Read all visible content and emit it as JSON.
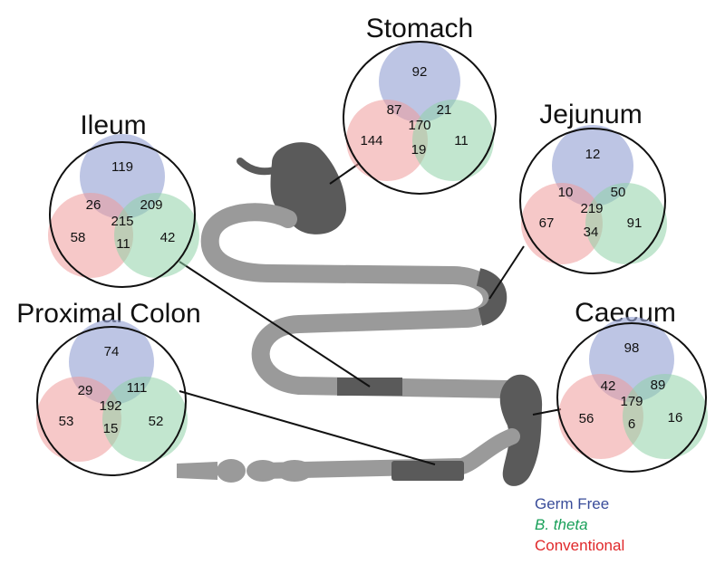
{
  "colors": {
    "germ_free": "#9aa6d6",
    "b_theta": "#8fd1a8",
    "conventional": "#ee9a9a",
    "gut_dark": "#5a5a5a",
    "gut_light": "#9a9a9a",
    "legend_germ_free": "#3a4d9a",
    "legend_b_theta": "#1aa05a",
    "legend_conventional": "#e0282a"
  },
  "legend": {
    "germ_free": "Germ Free",
    "b_theta": "B. theta",
    "conventional": "Conventional"
  },
  "venns": [
    {
      "id": "stomach",
      "title": "Stomach",
      "values": {
        "gf_only": "92",
        "gf_conv": "87",
        "all": "170",
        "gf_bt": "21",
        "conv_only": "144",
        "conv_bt": "19",
        "bt_only": "11"
      }
    },
    {
      "id": "ileum",
      "title": "Ileum",
      "values": {
        "gf_only": "119",
        "gf_conv": "26",
        "all": "215",
        "gf_bt": "209",
        "conv_only": "58",
        "conv_bt": "11",
        "bt_only": "42"
      }
    },
    {
      "id": "jejunum",
      "title": "Jejunum",
      "values": {
        "gf_only": "12",
        "gf_conv": "10",
        "all": "219",
        "gf_bt": "50",
        "conv_only": "67",
        "conv_bt": "34",
        "bt_only": "91"
      }
    },
    {
      "id": "proximal-colon",
      "title": "Proximal Colon",
      "values": {
        "gf_only": "74",
        "gf_conv": "29",
        "all": "192",
        "gf_bt": "111",
        "conv_only": "53",
        "conv_bt": "15",
        "bt_only": "52"
      }
    },
    {
      "id": "caecum",
      "title": "Caecum",
      "values": {
        "gf_only": "98",
        "gf_conv": "42",
        "all": "179",
        "gf_bt": "89",
        "conv_only": "56",
        "conv_bt": "6",
        "bt_only": "16"
      }
    }
  ]
}
